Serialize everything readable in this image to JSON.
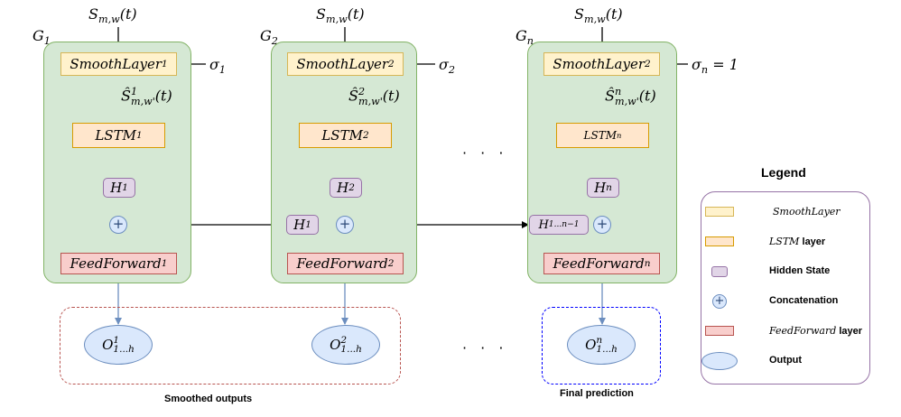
{
  "input_label": "S_{m,w}(t)",
  "blocks": [
    {
      "group": "G_1",
      "smooth": "SmoothLayer_1",
      "sigma": "σ_1",
      "smoothed": "Ŝ^1_{m,w'}(t)",
      "lstm": "LSTM_1",
      "hidden": "H_1",
      "carry_in": "",
      "ff": "FeedForward_1",
      "output": "O^1_{1...h}"
    },
    {
      "group": "G_2",
      "smooth": "SmoothLayer_2",
      "sigma": "σ_2",
      "smoothed": "Ŝ^2_{m,w'}(t)",
      "lstm": "LSTM_2",
      "hidden": "H_2",
      "carry_in": "H_1",
      "ff": "FeedForward_2",
      "output": "O^2_{1...h}"
    },
    {
      "group": "G_n",
      "smooth": "SmoothLayer_2",
      "sigma": "σ_n = 1",
      "smoothed": "Ŝ^n_{m,w'}(t)",
      "lstm": "LSTM_n",
      "hidden": "H_n",
      "carry_in": "H_{1...n−1}",
      "ff": "FeedForward_n",
      "output": "O^n_{1...h}"
    }
  ],
  "ellipsis": "· · ·",
  "captions": {
    "smoothed_outputs": "Smoothed outputs",
    "final_prediction": "Final prediction"
  },
  "legend": {
    "title": "Legend",
    "items": [
      {
        "shape": "smooth",
        "text": "SmoothLayer",
        "italic": "SmoothLayer",
        "suffix": ""
      },
      {
        "shape": "lstm",
        "text": "LSTM layer",
        "italic": "LSTM",
        "suffix": " layer"
      },
      {
        "shape": "hidden",
        "text": "Hidden State",
        "italic": "",
        "suffix": "Hidden State"
      },
      {
        "shape": "plus",
        "text": "Concatenation",
        "italic": "",
        "suffix": "Concatenation"
      },
      {
        "shape": "ff",
        "text": "FeedForward layer",
        "italic": "FeedForward",
        "suffix": " layer"
      },
      {
        "shape": "output",
        "text": "Output",
        "italic": "",
        "suffix": "Output"
      }
    ]
  },
  "colors": {
    "group_fill": "#d5e8d4",
    "smooth_fill": "#fff2cc",
    "lstm_fill": "#ffe6cc",
    "hidden_fill": "#e1d5e7",
    "ff_fill": "#f8cecc",
    "output_fill": "#dae8fc",
    "output_arrow": "#6c8ebf",
    "smoothed_border": "#b85450",
    "final_border": "#0000ff"
  }
}
